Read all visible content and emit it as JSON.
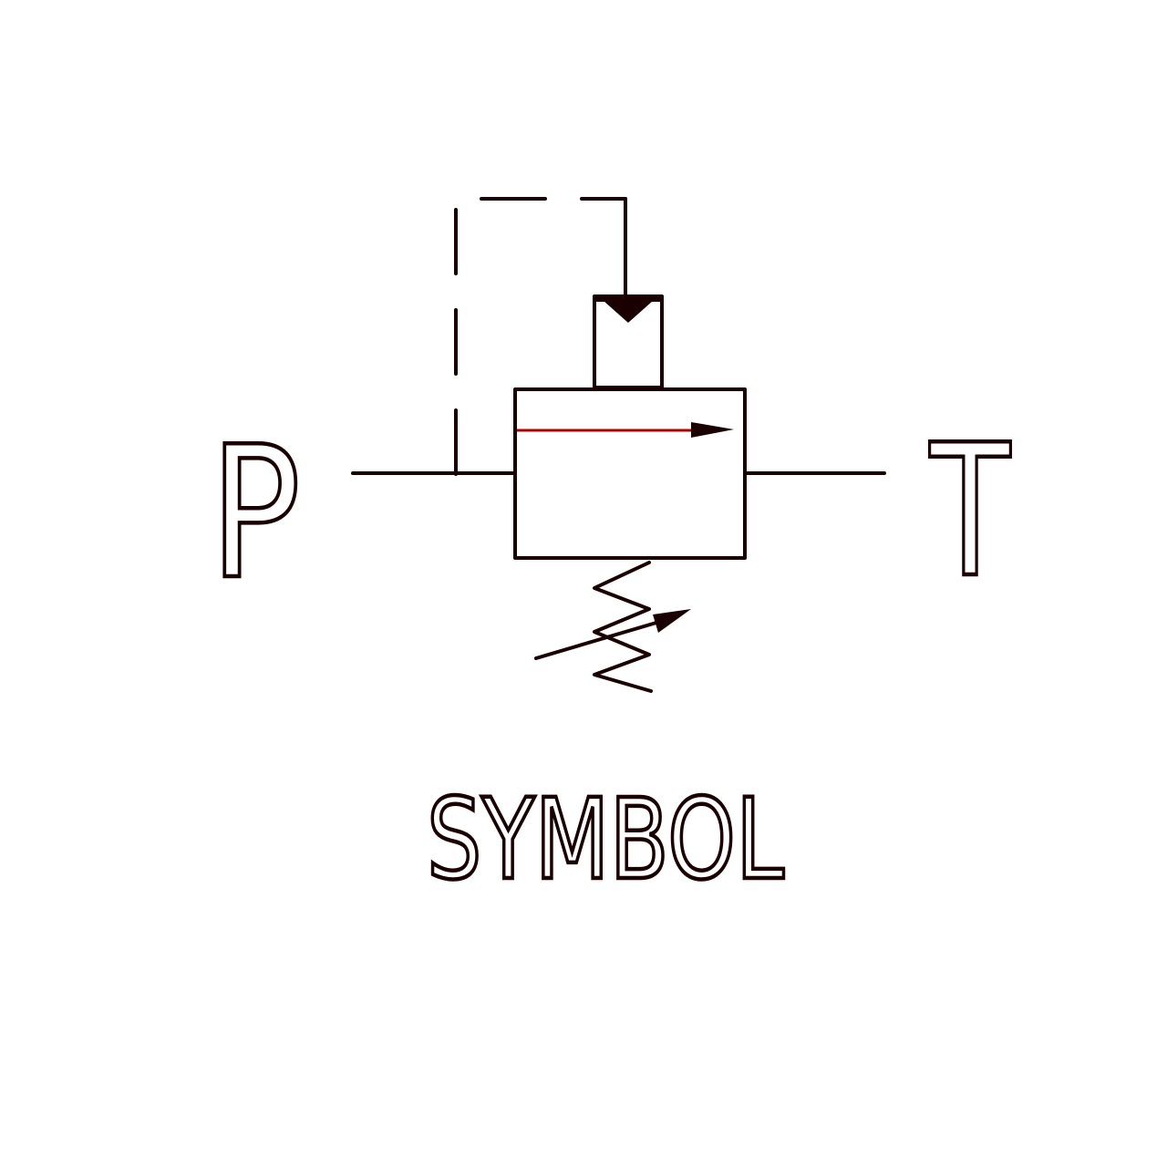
{
  "diagram": {
    "port_left_label": "P",
    "port_right_label": "T",
    "caption": "SYMBOL",
    "line_color": "#1a0000",
    "accent_color": "#b00000"
  }
}
